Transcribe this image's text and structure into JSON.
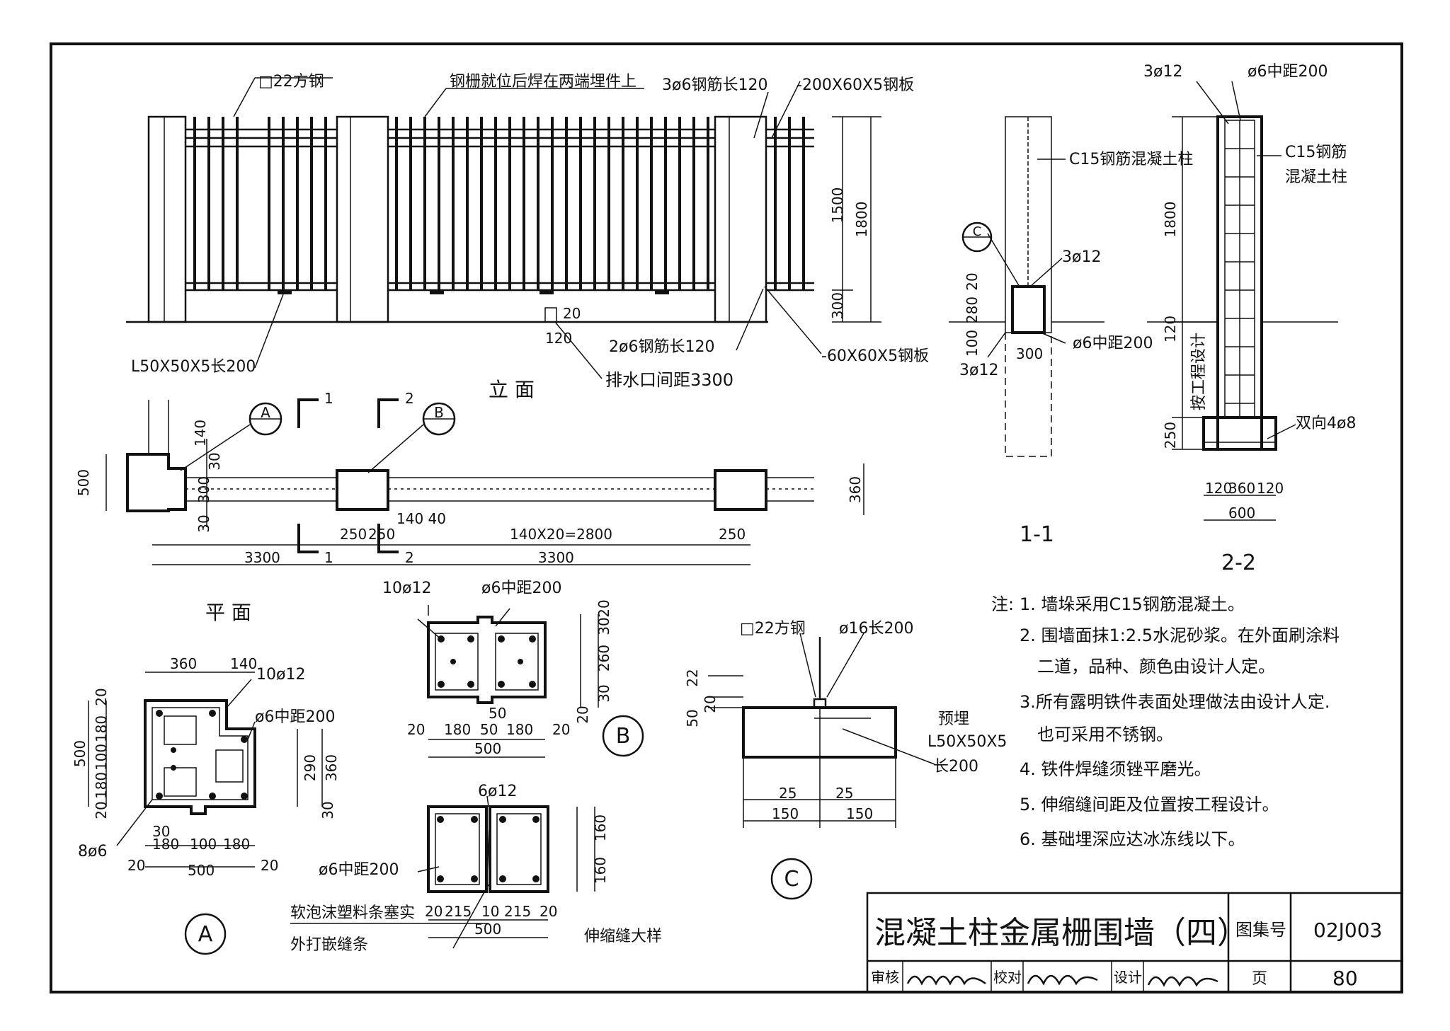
{
  "elevation": {
    "labels": {
      "square_steel": "□22方钢",
      "weld_note": "钢栅就位后焊在两端埋件上",
      "rebar_top": "3ø6钢筋长120",
      "plate_top": "-200X60X5钢板",
      "angle": "L50X50X5长200",
      "rebar_bottom": "2ø6钢筋长120",
      "plate_bottom": "-60X60X5钢板",
      "drain": "排水口间距3300",
      "title": "立   面"
    },
    "dims": {
      "h1800": "1800",
      "h1500": "1500",
      "h300": "300",
      "d120": "120",
      "d20": "20"
    }
  },
  "plan": {
    "title": "平   面",
    "markers": {
      "a": "A",
      "b": "B",
      "s1": "1",
      "s2": "2"
    },
    "dims": {
      "d500": "500",
      "d140": "140",
      "d30a": "30",
      "d300": "300",
      "d30b": "30",
      "d250a": "250",
      "d250b": "250",
      "d1440": "140 40",
      "span": "140X20=2800",
      "d250c": "250",
      "d3300a": "3300",
      "d3300b": "3300",
      "d360": "360"
    }
  },
  "section11": {
    "title": "1-1",
    "labels": {
      "column": "C15钢筋混凝土柱",
      "c_marker": "C",
      "bars": "3ø12",
      "stirrup": "ø6中距200",
      "bars2": "3ø12"
    },
    "dims": {
      "d20": "20",
      "d280": "280",
      "d100": "100",
      "d300": "300"
    }
  },
  "section22": {
    "title": "2-2",
    "labels": {
      "bars": "3ø12",
      "stirrup": "ø6中距200",
      "column1": "C15钢筋",
      "column2": "混凝土柱",
      "per_design": "按工程设计",
      "bidir": "双向4ø8"
    },
    "dims": {
      "h1800": "1800",
      "h120": "120",
      "h250": "250",
      "w120a": "120",
      "w360": "360",
      "w120b": "120",
      "w600": "600"
    }
  },
  "detailA": {
    "marker": "A",
    "labels": {
      "bars": "10ø12",
      "stirrup": "ø6中距200",
      "bars8": "8ø6"
    },
    "dims": {
      "t360": "360",
      "t140": "140",
      "l20a": "20",
      "l180a": "180",
      "l100": "100",
      "l180b": "180",
      "l20b": "20",
      "l500": "500",
      "r290": "290",
      "r360": "360",
      "r30": "30",
      "b30": "30",
      "b180a": "180",
      "b100": "100",
      "b180b": "180",
      "b20a": "20",
      "b500": "500",
      "b20b": "20"
    }
  },
  "detailB": {
    "marker": "B",
    "labels": {
      "bars": "10ø12",
      "stirrup": "ø6中距200"
    },
    "dims": {
      "r20a": "20",
      "r30a": "30",
      "r260": "260",
      "r30b": "30",
      "r20b": "20",
      "b20a": "20",
      "b180a": "180",
      "b50a": "50",
      "b50b": "50",
      "b180b": "180",
      "b20b": "20",
      "b500": "500"
    }
  },
  "joint": {
    "title": "伸缩缝大样",
    "labels": {
      "bars": "6ø12",
      "stirrup": "ø6中距200",
      "foam": "软泡沫塑料条塞实",
      "strip": "外打嵌缝条"
    },
    "dims": {
      "r160a": "160",
      "r160b": "160",
      "b20a": "20",
      "b215a": "215",
      "b10": "10",
      "b215b": "215",
      "b20b": "20",
      "b500": "500"
    }
  },
  "detailC": {
    "marker": "C",
    "labels": {
      "square_steel": "□22方钢",
      "bar": "ø16长200",
      "embed1": "预埋",
      "embed2": "L50X50X5",
      "embed3": "长200"
    },
    "dims": {
      "d22": "22",
      "d20": "20",
      "d50": "50",
      "d25a": "25",
      "d25b": "25",
      "d150a": "150",
      "d150b": "150"
    }
  },
  "notes": {
    "prefix": "注:",
    "items": [
      "1. 墙垛采用C15钢筋混凝土。",
      "2. 围墙面抹1:2.5水泥砂浆。在外面刷涂料",
      "二道，品种、颜色由设计人定。",
      "3.所有露明铁件表面处理做法由设计人定.",
      "也可采用不锈钢。",
      "4. 铁件焊缝须锉平磨光。",
      "5. 伸缩缝间距及位置按工程设计。",
      "6. 基础埋深应达冰冻线以下。"
    ]
  },
  "titleblock": {
    "title": "混凝土柱金属栅围墙（四）",
    "atlas_label": "图集号",
    "atlas_no": "02J003",
    "review": "审核",
    "check": "校对",
    "design": "设计",
    "page_label": "页",
    "page_no": "80"
  }
}
